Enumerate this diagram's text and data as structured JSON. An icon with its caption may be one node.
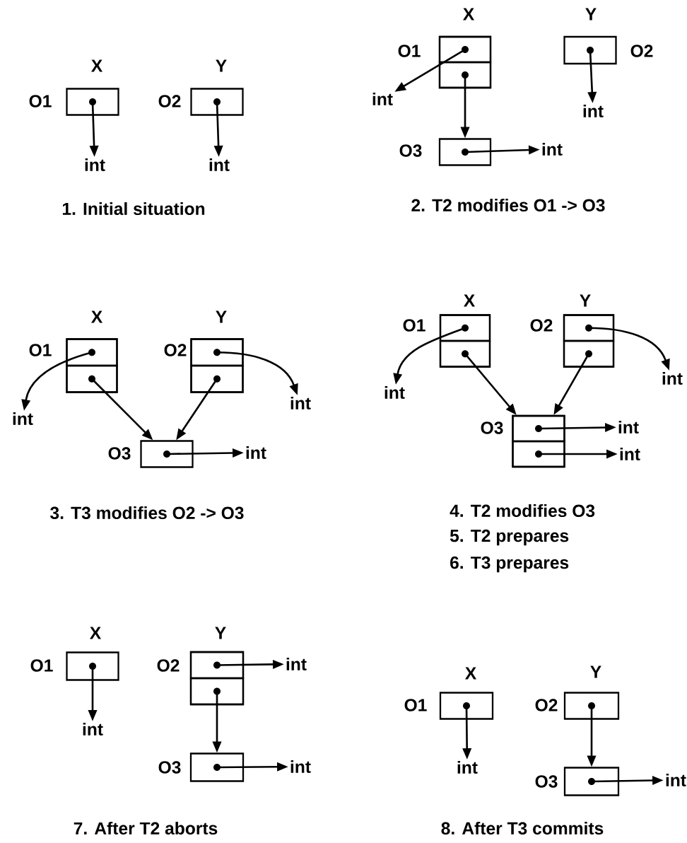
{
  "diagram": {
    "nodes": [
      {
        "text": [],
        "shape": "box",
        "beside": [
          "X",
          "O1"
        ]
      },
      {
        "text": [
          "int"
        ]
      },
      {
        "text": [],
        "shape": "box",
        "beside": [
          "Y",
          "O2"
        ]
      },
      {
        "text": [
          "int"
        ]
      },
      {
        "text": [],
        "shape": "box",
        "beside": [
          "X",
          "O1"
        ]
      },
      {
        "text": [],
        "shape": "box",
        "in": 4
      },
      {
        "text": [],
        "shape": "box",
        "in": 4
      },
      {
        "text": [
          "int"
        ]
      },
      {
        "text": [],
        "shape": "box",
        "beside": [
          "Y",
          "O2"
        ]
      },
      {
        "text": [
          "int"
        ]
      },
      {
        "text": [],
        "shape": "box",
        "beside": [
          "O3"
        ]
      },
      {
        "text": [
          "int"
        ]
      },
      {
        "text": [],
        "shape": "box",
        "beside": [
          "X",
          "O1"
        ]
      },
      {
        "text": [],
        "shape": "box",
        "in": 12
      },
      {
        "text": [],
        "shape": "box",
        "in": 12
      },
      {
        "text": [],
        "shape": "box",
        "beside": [
          "Y",
          "O2"
        ]
      },
      {
        "text": [],
        "shape": "box",
        "in": 15
      },
      {
        "text": [],
        "shape": "box",
        "in": 15
      },
      {
        "text": [
          "int"
        ]
      },
      {
        "text": [
          "int"
        ]
      },
      {
        "text": [],
        "shape": "box",
        "beside": [
          "O3"
        ]
      },
      {
        "text": [
          "int"
        ]
      },
      {
        "text": [],
        "shape": "box",
        "beside": [
          "X",
          "O1"
        ]
      },
      {
        "text": [],
        "shape": "box",
        "in": 22
      },
      {
        "text": [],
        "shape": "box",
        "in": 22
      },
      {
        "text": [],
        "shape": "box",
        "beside": [
          "Y",
          "O2"
        ]
      },
      {
        "text": [],
        "shape": "box",
        "in": 25
      },
      {
        "text": [],
        "shape": "box",
        "in": 25
      },
      {
        "text": [
          "int"
        ]
      },
      {
        "text": [
          "int"
        ]
      },
      {
        "text": [],
        "shape": "box",
        "beside": [
          "O3"
        ]
      },
      {
        "text": [],
        "shape": "box",
        "in": 30
      },
      {
        "text": [],
        "shape": "box",
        "in": 30
      },
      {
        "text": [
          "int"
        ]
      },
      {
        "text": [
          "int"
        ]
      },
      {
        "text": [],
        "shape": "box",
        "beside": [
          "X",
          "O1"
        ]
      },
      {
        "text": [
          "int"
        ]
      },
      {
        "text": [],
        "shape": "box",
        "beside": [
          "Y",
          "O2"
        ]
      },
      {
        "text": [],
        "shape": "box",
        "in": 37
      },
      {
        "text": [],
        "shape": "box",
        "in": 37
      },
      {
        "text": [
          "int"
        ]
      },
      {
        "text": [],
        "shape": "box",
        "beside": [
          "O3"
        ]
      },
      {
        "text": [
          "int"
        ]
      },
      {
        "text": [],
        "shape": "box",
        "beside": [
          "X",
          "O1"
        ]
      },
      {
        "text": [
          "int"
        ]
      },
      {
        "text": [],
        "shape": "box",
        "beside": [
          "Y",
          "O2"
        ]
      },
      {
        "text": [],
        "shape": "box",
        "beside": [
          "O3"
        ]
      },
      {
        "text": [
          "int"
        ]
      }
    ],
    "edges": [
      {
        "from": 0,
        "to": 1,
        "arrow": "to"
      },
      {
        "from": 2,
        "to": 3,
        "arrow": "to"
      },
      {
        "from": 5,
        "to": 7,
        "arrow": "to"
      },
      {
        "from": 6,
        "to": 10,
        "arrow": "to"
      },
      {
        "from": 8,
        "to": 9,
        "arrow": "to"
      },
      {
        "from": 10,
        "to": 11,
        "arrow": "to"
      },
      {
        "from": 13,
        "to": 18,
        "arrow": "to"
      },
      {
        "from": 14,
        "to": 20,
        "arrow": "to"
      },
      {
        "from": 16,
        "to": 19,
        "arrow": "to"
      },
      {
        "from": 17,
        "to": 20,
        "arrow": "to"
      },
      {
        "from": 20,
        "to": 21,
        "arrow": "to"
      },
      {
        "from": 23,
        "to": 28,
        "arrow": "to"
      },
      {
        "from": 24,
        "to": 30,
        "arrow": "to"
      },
      {
        "from": 26,
        "to": 29,
        "arrow": "to"
      },
      {
        "from": 27,
        "to": 30,
        "arrow": "to"
      },
      {
        "from": 31,
        "to": 33,
        "arrow": "to"
      },
      {
        "from": 32,
        "to": 34,
        "arrow": "to"
      },
      {
        "from": 35,
        "to": 36,
        "arrow": "to"
      },
      {
        "from": 38,
        "to": 40,
        "arrow": "to"
      },
      {
        "from": 39,
        "to": 41,
        "arrow": "to"
      },
      {
        "from": 41,
        "to": 42,
        "arrow": "to"
      },
      {
        "from": 43,
        "to": 44,
        "arrow": "to"
      },
      {
        "from": 45,
        "to": 46,
        "arrow": "to"
      },
      {
        "from": 46,
        "to": 47,
        "arrow": "to"
      }
    ],
    "labels": [
      "1. Initial situation",
      "2.  T2 modifies O1 -> O3",
      "3. T3 modifies O2 -> O3",
      "4. T2 modifies O3",
      "5. T2 prepares",
      "6. T3 prepares",
      "7. After T2 aborts",
      "8. After T3 commits"
    ]
  }
}
